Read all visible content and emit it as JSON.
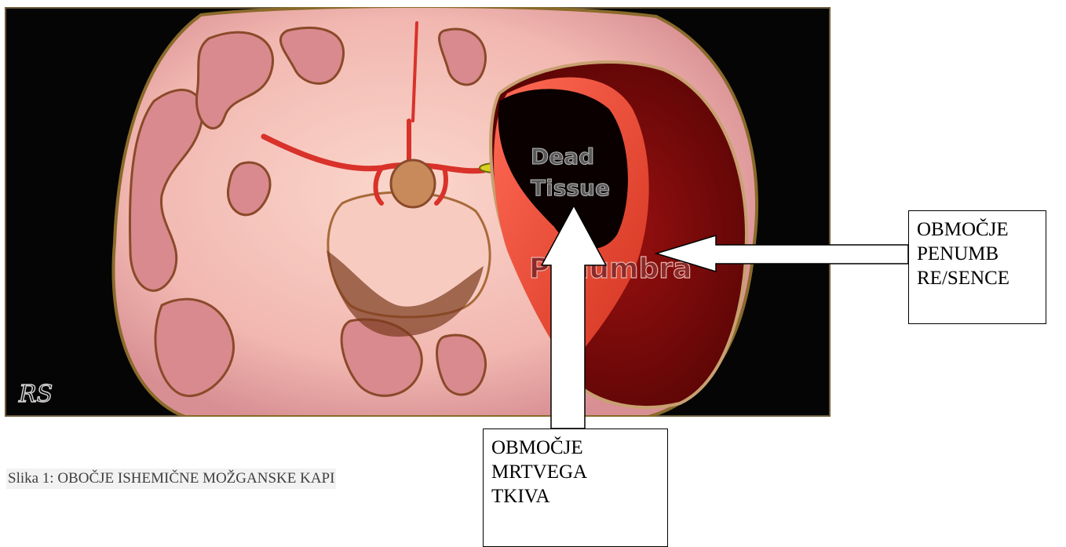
{
  "figure": {
    "labels": {
      "dead": [
        "Dead",
        "Tissue"
      ],
      "penumbra": "Penumbra",
      "signature": "RS"
    }
  },
  "callouts": {
    "penumbra": [
      "OBMOČJE",
      "PENUMB",
      "RE/SENCE"
    ],
    "dead_tissue": [
      "OBMOČJE",
      "MRTVEGA",
      "TKIVA"
    ]
  },
  "caption": "Slika 1: OBOČJE ISHEMIČNE MOŽGANSKE KAPI",
  "colors": {
    "background": "#050505",
    "brain_tissue": "#f2b8b0",
    "gyri": "#d98a8e",
    "sulcus": "#7a3b1e",
    "penumbra": "#e8483a",
    "dead_tissue": "#0a0000",
    "infarct_outer": "#7a0a0a",
    "artery": "#d8322a",
    "clot": "#d8d020"
  }
}
